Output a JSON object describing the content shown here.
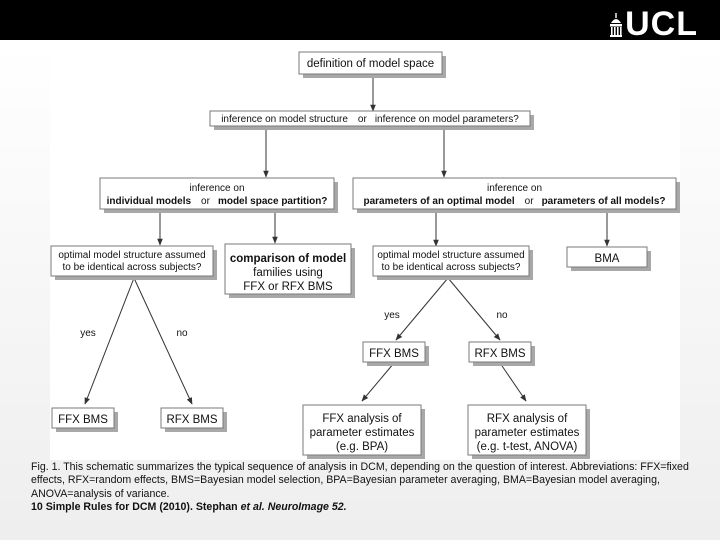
{
  "header": {
    "logo_text": "UCL",
    "logo_icon": "ucl-portico-icon"
  },
  "diagram": {
    "definition": "definition of model space",
    "inference_struct": "inference on model structure",
    "or": "or",
    "inference_params": "inference on model parameters?",
    "left_inference_on": "inference on",
    "individual_models": "individual models",
    "model_space_partition": "model space partition?",
    "right_inference_on": "inference on",
    "optimal_model_params": "parameters of an optimal model",
    "all_models_params": "parameters of all models?",
    "assumed_line1": "optimal model structure assumed",
    "assumed_line2": "to be identical across subjects?",
    "comparison_line1": "comparison of model",
    "comparison_line2": "families using",
    "comparison_line3": "FFX or RFX BMS",
    "bma": "BMA",
    "yes": "yes",
    "no": "no",
    "ffx_bms": "FFX BMS",
    "rfx_bms": "RFX BMS",
    "ffx_analysis_line1": "FFX analysis of",
    "ffx_analysis_line2": "parameter estimates",
    "ffx_analysis_line3": "(e.g. BPA)",
    "rfx_analysis_line1": "RFX analysis of",
    "rfx_analysis_line2": "parameter estimates",
    "rfx_analysis_line3": "(e.g. t-test, ANOVA)"
  },
  "caption": {
    "text": "Fig. 1. This schematic summarizes the typical sequence of analysis in DCM, depending on the question of interest. Abbreviations: FFX=fixed effects, RFX=random effects, BMS=Bayesian model selection, BPA=Bayesian parameter averaging, BMA=Bayesian model averaging, ANOVA=analysis of variance.",
    "ref_main": "10 Simple Rules for DCM (2010). Stephan",
    "ref_etal": "et al.",
    "ref_journal": "NeuroImage 52."
  }
}
